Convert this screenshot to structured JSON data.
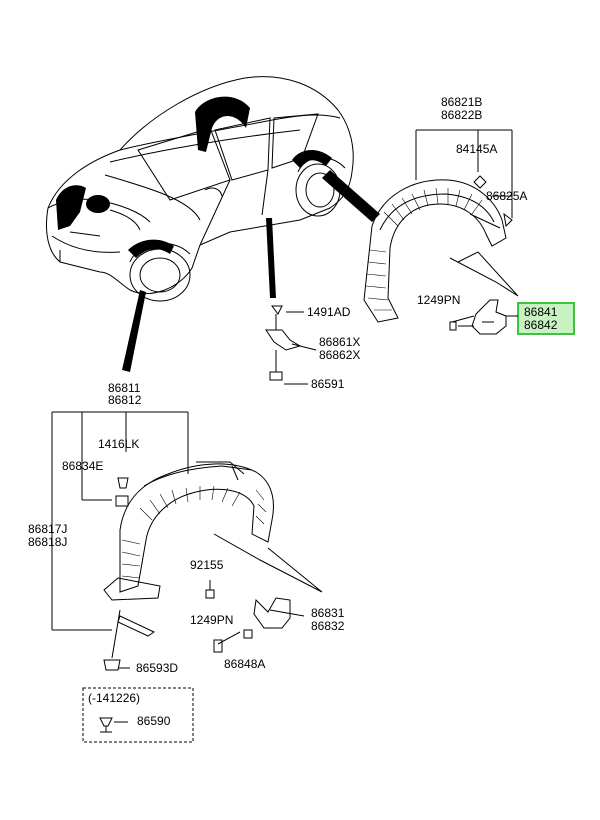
{
  "colors": {
    "highlight_border": "#3cc43c",
    "highlight_fill": "#c9f2c2",
    "line": "#000000"
  },
  "labels": {
    "rear_liner_a": "86821B",
    "rear_liner_b": "86822B",
    "rear_nut": "84145A",
    "rear_clip": "86825A",
    "rear_screw": "1249PN",
    "rear_flap_a": "86841",
    "rear_flap_b": "86842",
    "side_clip": "1491AD",
    "side_bracket_a": "86861X",
    "side_bracket_b": "86862X",
    "side_screw": "86591",
    "front_liner_a": "86811",
    "front_liner_b": "86812",
    "front_bolt": "1416LK",
    "front_washer": "86834E",
    "front_cover_a": "86817J",
    "front_cover_b": "86818J",
    "front_screw_a": "92155",
    "front_screw_b": "1249PN",
    "front_flap_a": "86831",
    "front_flap_b": "86832",
    "front_nut": "86848A",
    "front_clip": "86593D",
    "note_range": "(-141226)",
    "note_clip": "86590"
  }
}
